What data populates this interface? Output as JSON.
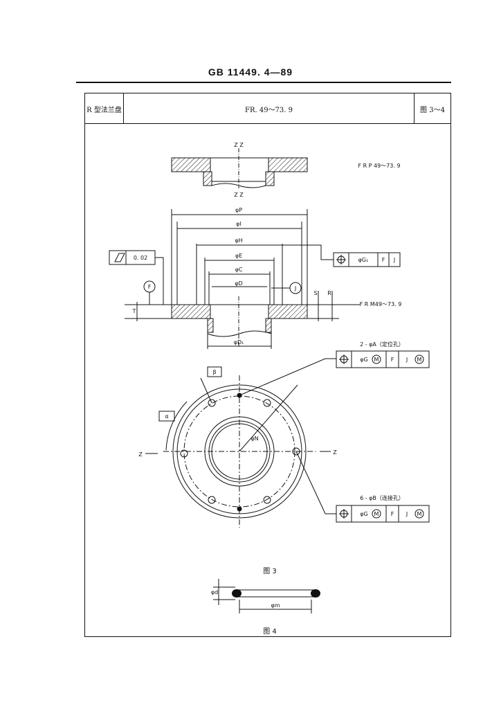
{
  "header": {
    "standard": "GB  11449. 4—89"
  },
  "table": {
    "type_name": "R 型法兰盘",
    "code": "FR. 49～73. 9",
    "figure_ref": "图 3～4"
  },
  "drawing": {
    "section_z_top": "Z  Z",
    "section_z_bottom": "Z  Z",
    "part_frp": "F R P 49～73. 9",
    "part_frm": "F R M49～73. 9",
    "dims": {
      "P": "φP",
      "I": "φI",
      "H": "φH",
      "E": "φE",
      "C": "φC",
      "D": "φD",
      "D1": "φD₁",
      "flatness_value": "0. 02",
      "datum_F": "F",
      "datum_J": "J",
      "left_vertical": "T",
      "right_small_1": "S",
      "right_small_2": "R"
    },
    "tol_G1": {
      "dia": "φG₁",
      "ref1": "F",
      "ref2": "J"
    },
    "hole_A": {
      "label": "2 - φA（定位孔）",
      "dia": "φG",
      "mod": "M",
      "ref1": "F",
      "ref2": "J",
      "mod2": "M"
    },
    "hole_B": {
      "label": "6 - φB（连接孔）",
      "dia": "φG",
      "mod": "M",
      "ref1": "F",
      "ref2": "J",
      "mod2": "M"
    },
    "angle_beta": "β",
    "angle_alpha": "α",
    "axis_z_left": "Z",
    "axis_z_right": "Z",
    "phi_N": "φN",
    "fig3": "图  3",
    "seal_d": "φd",
    "seal_m": "φm",
    "fig4": "图  4"
  }
}
